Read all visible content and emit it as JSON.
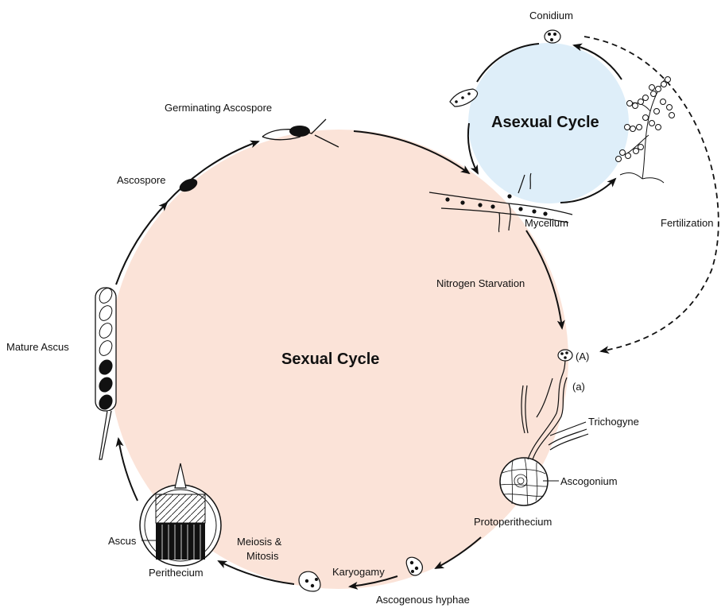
{
  "colors": {
    "sexual_fill": "#fbe3d8",
    "asexual_fill": "#deeef9",
    "stroke": "#111111"
  },
  "cycles": {
    "sexual": "Sexual Cycle",
    "asexual": "Asexual Cycle"
  },
  "labels": {
    "conidium": "Conidium",
    "germinating_ascospore": "Germinating Ascospore",
    "ascospore": "Ascospore",
    "mycelium": "Mycelium",
    "fertilization": "Fertilization",
    "nitrogen_starvation": "Nitrogen Starvation",
    "mating_A": "(A)",
    "mating_a": "(a)",
    "trichogyne": "Trichogyne",
    "ascogonium": "Ascogonium",
    "protoperithecium": "Protoperithecium",
    "mature_ascus": "Mature Ascus",
    "ascus": "Ascus",
    "perithecium": "Perithecium",
    "meiosis_line1": "Meiosis &",
    "meiosis_line2": "Mitosis",
    "karyogamy": "Karyogamy",
    "ascogenous_hyphae": "Ascogenous hyphae"
  }
}
